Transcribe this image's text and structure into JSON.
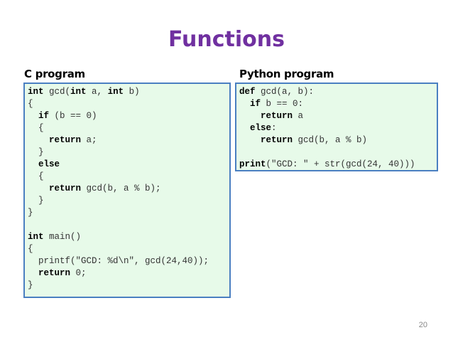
{
  "slide": {
    "title": "Functions",
    "page_number": "20"
  },
  "c_panel": {
    "heading": "C program",
    "lines": [
      [
        {
          "t": "int",
          "k": true
        },
        {
          "t": " gcd(",
          "k": false
        },
        {
          "t": "int",
          "k": true
        },
        {
          "t": " a, ",
          "k": false
        },
        {
          "t": "int",
          "k": true
        },
        {
          "t": " b)",
          "k": false
        }
      ],
      [
        {
          "t": "{",
          "k": false
        }
      ],
      [
        {
          "t": "  ",
          "k": false
        },
        {
          "t": "if",
          "k": true
        },
        {
          "t": " (b == 0)",
          "k": false
        }
      ],
      [
        {
          "t": "  {",
          "k": false
        }
      ],
      [
        {
          "t": "    ",
          "k": false
        },
        {
          "t": "return",
          "k": true
        },
        {
          "t": " a;",
          "k": false
        }
      ],
      [
        {
          "t": "  }",
          "k": false
        }
      ],
      [
        {
          "t": "  ",
          "k": false
        },
        {
          "t": "else",
          "k": true
        }
      ],
      [
        {
          "t": "  {",
          "k": false
        }
      ],
      [
        {
          "t": "    ",
          "k": false
        },
        {
          "t": "return",
          "k": true
        },
        {
          "t": " gcd(b, a % b);",
          "k": false
        }
      ],
      [
        {
          "t": "  }",
          "k": false
        }
      ],
      [
        {
          "t": "}",
          "k": false
        }
      ],
      [
        {
          "t": "",
          "k": false
        }
      ],
      [
        {
          "t": "int",
          "k": true
        },
        {
          "t": " main()",
          "k": false
        }
      ],
      [
        {
          "t": "{",
          "k": false
        }
      ],
      [
        {
          "t": "  printf(\"GCD: %d\\n\", gcd(24,40));",
          "k": false
        }
      ],
      [
        {
          "t": "  ",
          "k": false
        },
        {
          "t": "return",
          "k": true
        },
        {
          "t": " 0;",
          "k": false
        }
      ],
      [
        {
          "t": "}",
          "k": false
        }
      ]
    ]
  },
  "python_panel": {
    "heading": "Python program",
    "lines": [
      [
        {
          "t": "def",
          "k": true
        },
        {
          "t": " gcd(a, b):",
          "k": false
        }
      ],
      [
        {
          "t": "  ",
          "k": false
        },
        {
          "t": "if",
          "k": true
        },
        {
          "t": " b == 0:",
          "k": false
        }
      ],
      [
        {
          "t": "    ",
          "k": false
        },
        {
          "t": "return",
          "k": true
        },
        {
          "t": " a",
          "k": false
        }
      ],
      [
        {
          "t": "  ",
          "k": false
        },
        {
          "t": "else",
          "k": true
        },
        {
          "t": ":",
          "k": false
        }
      ],
      [
        {
          "t": "    ",
          "k": false
        },
        {
          "t": "return",
          "k": true
        },
        {
          "t": " gcd(b, a % b)",
          "k": false
        }
      ],
      [
        {
          "t": "",
          "k": false
        }
      ],
      [
        {
          "t": "print",
          "k": true
        },
        {
          "t": "(\"GCD: \" + str(gcd(24, 40)))",
          "k": false
        }
      ]
    ]
  },
  "colors": {
    "title": "#7030a0",
    "code_background": "#e7fae9",
    "code_border": "#4a7fc1"
  }
}
